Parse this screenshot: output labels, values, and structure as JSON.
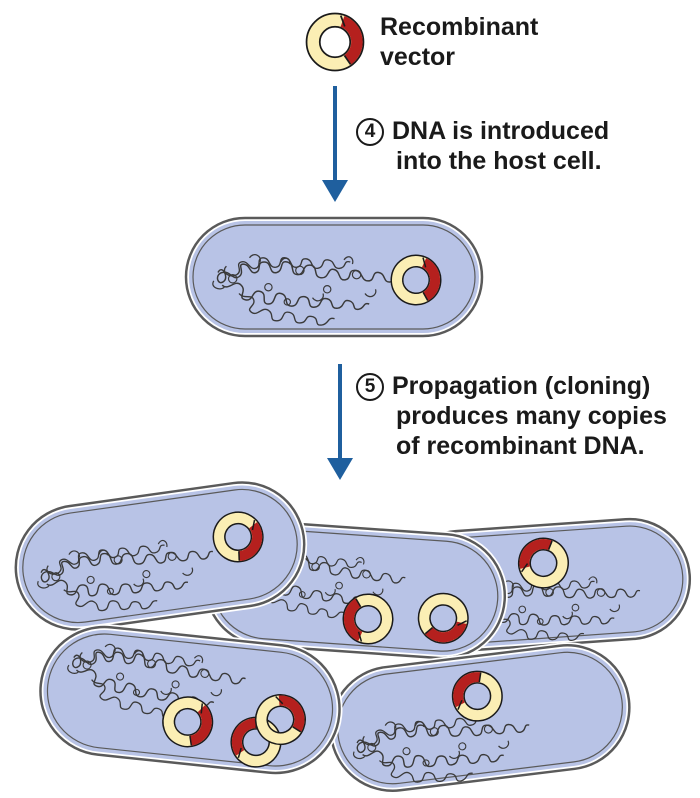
{
  "vector_label": {
    "line1": "Recombinant",
    "line2": "vector"
  },
  "steps": [
    {
      "number": "4",
      "line1": "DNA is introduced",
      "line2": "into the host cell.",
      "line3": ""
    },
    {
      "number": "5",
      "line1": "Propagation (cloning)",
      "line2": "produces many copies",
      "line3": "of recombinant DNA."
    }
  ],
  "colors": {
    "cell_fill": "#b8c3e6",
    "cell_outline": "#5a5a5a",
    "plasmid_yellow": "#fbeeb4",
    "insert_red": "#b5201e",
    "arrow_blue": "#1f5f9e"
  }
}
